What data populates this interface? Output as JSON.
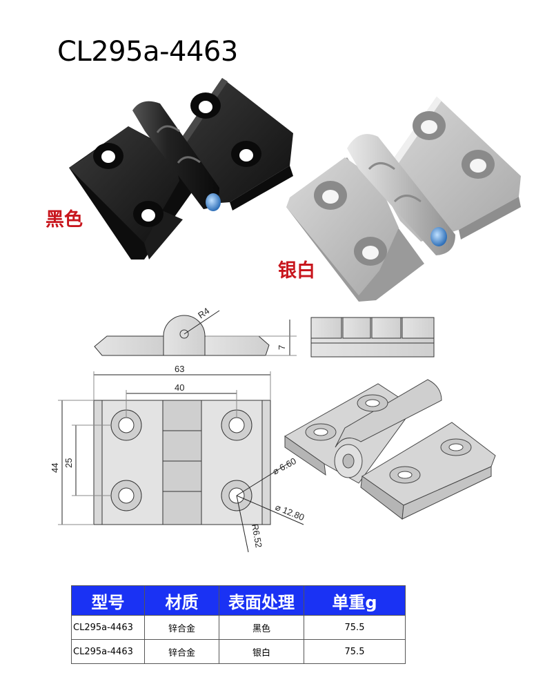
{
  "title": "CL295a-4463",
  "finishes": {
    "black": "黑色",
    "silver": "银白"
  },
  "drawing": {
    "radius_r4": "R4",
    "height_7": "7",
    "width_63": "63",
    "hole_pitch_40": "40",
    "height_44": "44",
    "hole_pitch_25": "25",
    "hole_dia_660": "⌀ 6.60",
    "counterbore_dia_1280": "⌀ 12.80",
    "radius_r652": "R6.52"
  },
  "colors": {
    "title_text": "#000000",
    "finish_label": "#c8161d",
    "table_header_bg": "#1a32f4",
    "table_header_text": "#ffffff"
  },
  "table": {
    "headers": [
      "型号",
      "材质",
      "表面处理",
      "单重g"
    ],
    "rows": [
      [
        "CL295a-4463",
        "锌合金",
        "黑色",
        "75.5"
      ],
      [
        "CL295a-4463",
        "锌合金",
        "银白",
        "75.5"
      ]
    ]
  }
}
